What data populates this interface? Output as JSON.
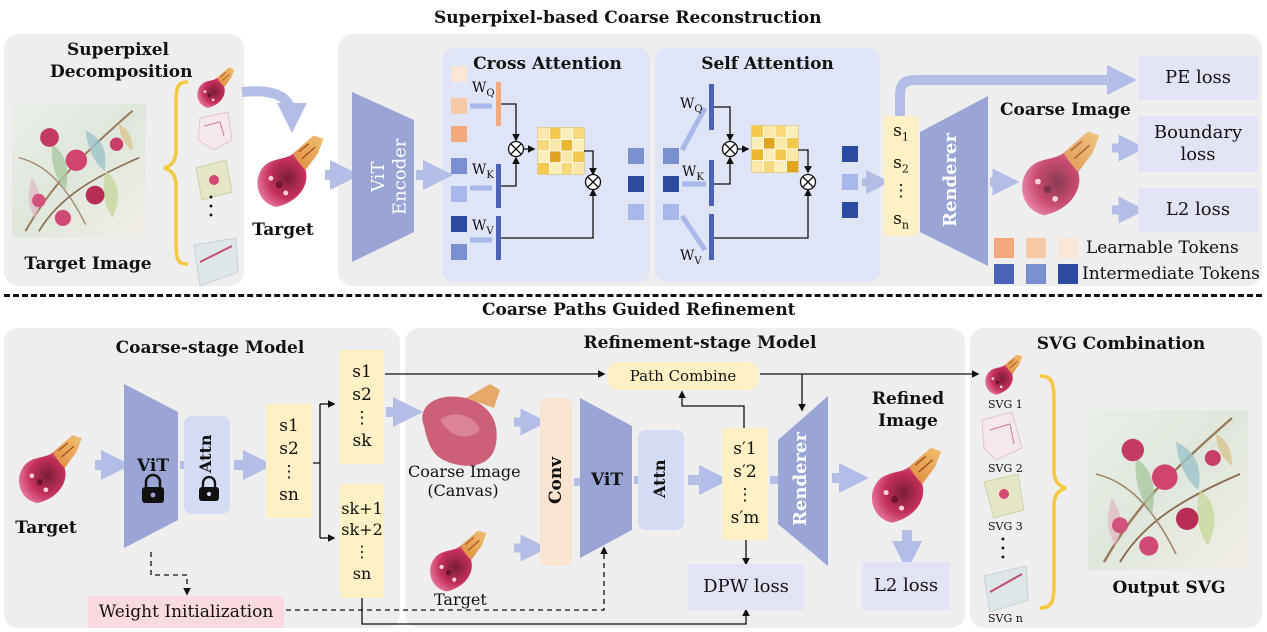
{
  "top_section": {
    "title": "Superpixel-based Coarse Reconstruction"
  },
  "bottom_section": {
    "title": "Coarse Paths Guided Refinement"
  },
  "superpixel": {
    "title_line1": "Superpixel",
    "title_line2": "Decomposition",
    "target_image_label": "Target Image",
    "target_label": "Target",
    "ellipsis": "•\n•\n•"
  },
  "encoder": {
    "label": "ViT\nEncoder"
  },
  "cross_attention": {
    "title": "Cross Attention",
    "wq": "WQ",
    "wk": "WK",
    "wv": "WV"
  },
  "self_attention": {
    "title": "Self Attention",
    "wq": "WQ",
    "wk": "WK",
    "wv": "WV"
  },
  "coarse_seq": {
    "s1": "s1",
    "s2": "s2",
    "dots": "⋮",
    "sn": "sn"
  },
  "renderer_top": {
    "label": "Renderer"
  },
  "coarse_image_label": "Coarse Image",
  "losses_top": {
    "pe": "PE loss",
    "boundary": "Boundary\nloss",
    "l2": "L2 loss"
  },
  "legend": {
    "learnable": "Learnable Tokens",
    "intermediate": "Intermediate Tokens"
  },
  "coarse_stage": {
    "title": "Coarse-stage Model",
    "target_label": "Target",
    "vit": "ViT",
    "attn": "Attn",
    "seq_all": "s1\ns2\n⋮\nsn",
    "seq_a": "s1\ns2\n⋮\nsk",
    "seq_b": "sk+1\nsk+2\n⋮\nsn",
    "weight_init": "Weight Initialization"
  },
  "refinement": {
    "title": "Refinement-stage Model",
    "coarse_image_label": "Coarse Image\n(Canvas)",
    "target_label": "Target",
    "conv": "Conv",
    "vit": "ViT",
    "attn": "Attn",
    "seq": "s′1\ns′2\n⋮\ns′m",
    "path_combine": "Path Combine",
    "renderer": "Renderer",
    "refined_label": "Refined\nImage",
    "dpw_loss": "DPW loss",
    "l2_loss": "L2 loss"
  },
  "svg_combination": {
    "title": "SVG Combination",
    "svg1": "SVG 1",
    "svg2": "SVG 2",
    "svg3": "SVG 3",
    "svgn": "SVG n",
    "output": "Output SVG",
    "ellipsis": "•\n•\n•"
  },
  "colors": {
    "panel": "#eeeeee",
    "attention_bg": "#dfe4f6",
    "trapezoid": "#9aa5d6",
    "arrow": "#b3bde6",
    "sequence_box": "#fdf0c4",
    "conv": "#f9e4d2",
    "weight_init": "#f9dade",
    "learnable_dark": "#f2a97e",
    "learnable_mid": "#f6c9a7",
    "learnable_light": "#fbe6d6",
    "intermediate_dark": "#2c4ba0",
    "intermediate_mid": "#7a8fd0",
    "intermediate_light": "#a9b8ea",
    "brace": "#f5c842"
  }
}
